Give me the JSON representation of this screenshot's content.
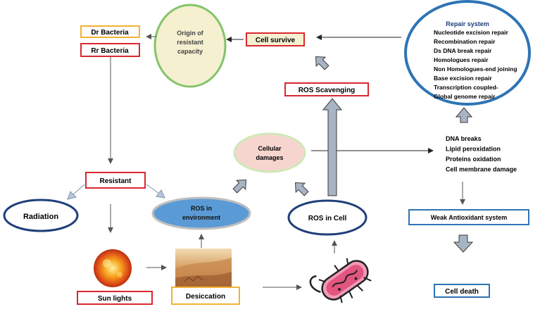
{
  "nodes": {
    "dr_bacteria": "Dr Bacteria",
    "rr_bacteria": "Rr Bacteria",
    "origin_line1": "Origin of",
    "origin_line2": "resistant",
    "origin_line3": "capacity",
    "cell_survive": "Cell survive",
    "repair_title": "Repair system",
    "repair_items": [
      "Nucleotide excision repair",
      "Recombination repair",
      "Ds DNA break repair",
      "Homologues repair",
      "Non Homologues-end joining",
      "Base excision repair",
      "Transcription coupled-",
      "Global genome repair"
    ],
    "ros_scavenging": "ROS Scavenging",
    "cellular_line1": "Cellular",
    "cellular_line2": "damages",
    "damage_items": [
      "DNA breaks",
      "Lipid peroxidation",
      "Proteins oxidation",
      "Cell membrane damage"
    ],
    "resistant": "Resistant",
    "radiation": "Radiation",
    "ros_env_line1": "ROS in",
    "ros_env_line2": "environment",
    "ros_cell": "ROS in Cell",
    "weak_antioxidant": "Weak Antioxidant system",
    "sun_lights": "Sun lights",
    "desiccation": "Desiccation",
    "cell_death": "Cell death"
  },
  "colors": {
    "red_border": "#d9282f",
    "orange_border": "#f2b134",
    "blue_border": "#2e74b5",
    "navy_border": "#1f3f7a",
    "olive_fill": "#f4f0d0",
    "green_border": "#86c36b",
    "pink_fill": "#f6d5cf",
    "ros_env_fill": "#5b9bd5",
    "gray_arrow": "#a8b4c4"
  }
}
